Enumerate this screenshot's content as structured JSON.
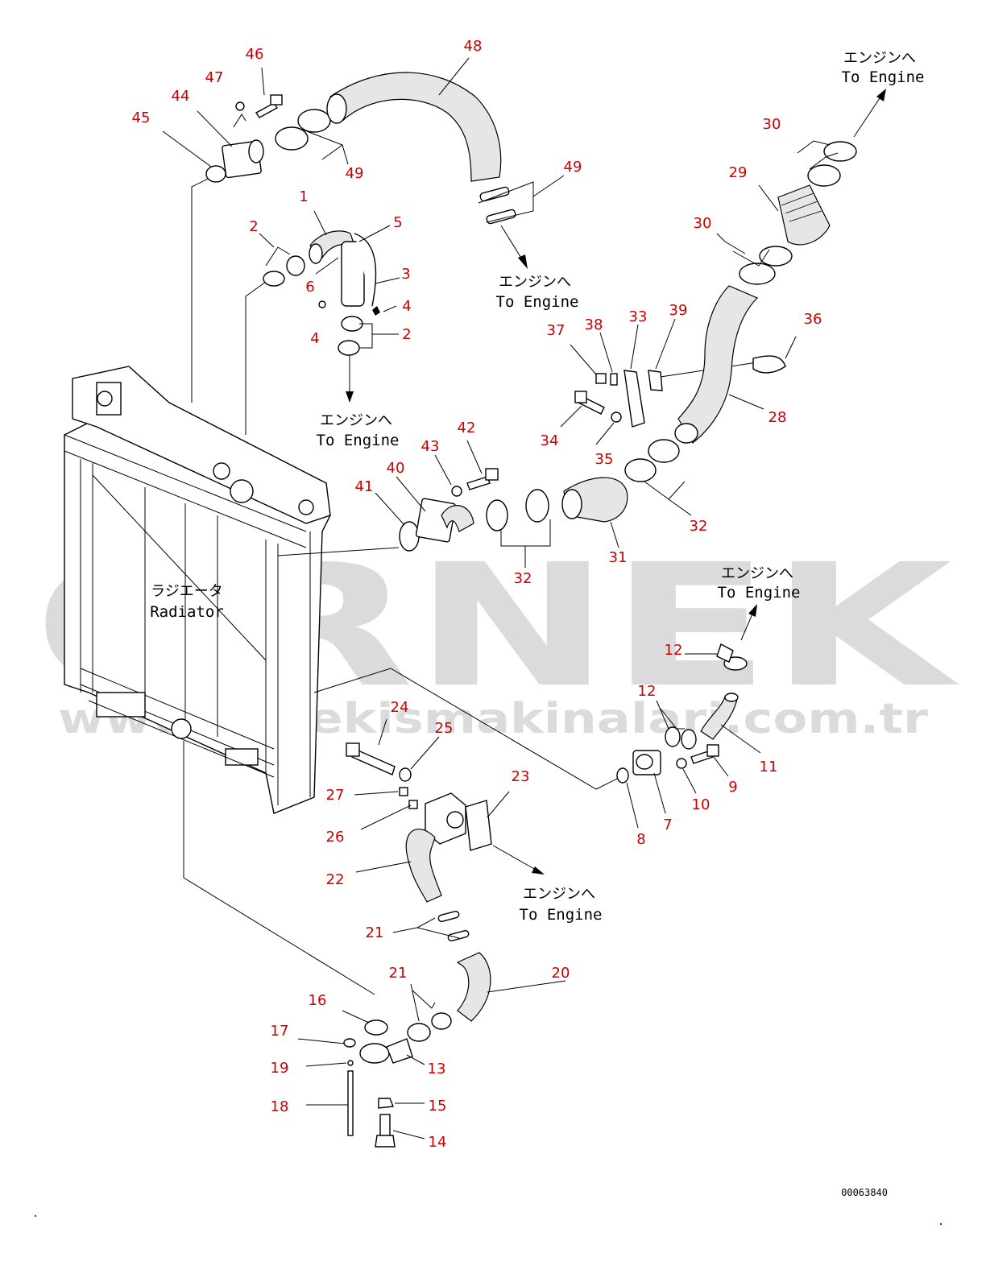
{
  "watermark": {
    "brand": "ÖRNEK",
    "url": "www.ornekismakinalari.com.tr",
    "color": "#cfcfd4",
    "accent": "#e6c84a"
  },
  "drawing_code": "00063840",
  "labels": {
    "radiator_jp": "ラジエータ",
    "radiator_en": "Radiator",
    "to_engine_jp": "エンジンへ",
    "to_engine_en": "To Engine"
  },
  "callouts": {
    "c1": "1",
    "c2a": "2",
    "c2b": "2",
    "c3": "3",
    "c4a": "4",
    "c4b": "4",
    "c5": "5",
    "c6": "6",
    "c7": "7",
    "c8": "8",
    "c9": "9",
    "c10": "10",
    "c11": "11",
    "c12a": "12",
    "c12b": "12",
    "c13": "13",
    "c14": "14",
    "c15": "15",
    "c16": "16",
    "c17": "17",
    "c18": "18",
    "c19": "19",
    "c20": "20",
    "c21a": "21",
    "c21b": "21",
    "c22": "22",
    "c23": "23",
    "c24": "24",
    "c25": "25",
    "c26": "26",
    "c27": "27",
    "c28": "28",
    "c29": "29",
    "c30a": "30",
    "c30b": "30",
    "c31": "31",
    "c32a": "32",
    "c32b": "32",
    "c33": "33",
    "c34": "34",
    "c35": "35",
    "c36": "36",
    "c37": "37",
    "c38": "38",
    "c39": "39",
    "c40": "40",
    "c41": "41",
    "c42": "42",
    "c43": "43",
    "c44": "44",
    "c45": "45",
    "c46": "46",
    "c47": "47",
    "c48": "48",
    "c49a": "49",
    "c49b": "49"
  },
  "colors": {
    "callout": "#cc0000",
    "line": "#000000"
  }
}
